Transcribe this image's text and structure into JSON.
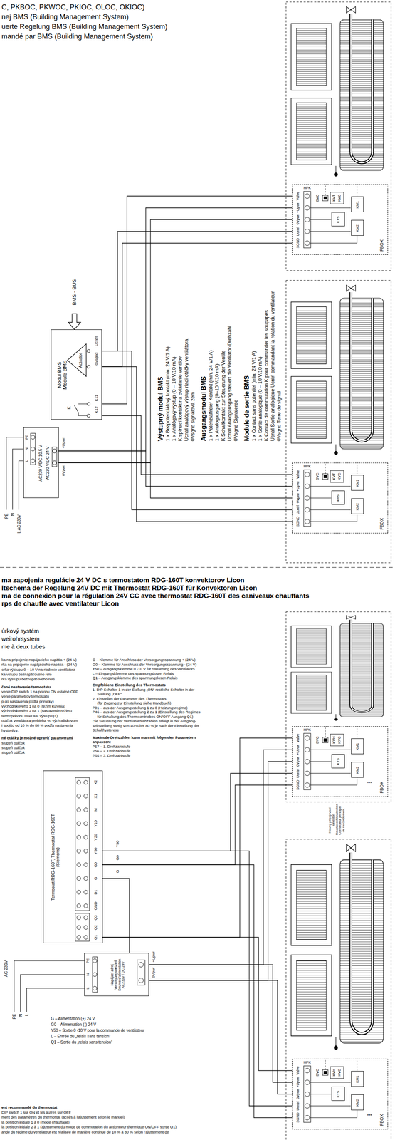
{
  "diagram": {
    "nodes": [
      {
        "text": [
          "Modul BMS Module BMS"
        ]
      },
      {
        "text": [
          "Actuator"
        ],
        "in": 0
      },
      {
        "text": [
          "AC230 V/DC 10.5 V",
          "AC230 V/DC 24 V"
        ]
      },
      {
        "text": [
          "FBOX"
        ]
      },
      {
        "text": [
          "KTS"
        ],
        "in": 3
      },
      {
        "text": [
          "KM1"
        ],
        "in": 3
      },
      {
        "text": [
          "KM2"
        ],
        "in": 3
      },
      {
        "text": [
          "FBOX"
        ]
      },
      {
        "text": [
          "KTS"
        ],
        "in": 7
      },
      {
        "text": [
          "KM1"
        ],
        "in": 7
      },
      {
        "text": [
          "KM2"
        ],
        "in": 7
      },
      {
        "text": [
          "Termostat RDG-160T, Thermostat RDG-160T (Siemens)"
        ]
      },
      {
        "text": [
          "Napájací zdroj Versorgungsnetzteil Source d'alimentation AC230V / DC 24V"
        ]
      },
      {
        "text": [
          "FBOX"
        ]
      },
      {
        "text": [
          "KTS"
        ],
        "in": 13
      },
      {
        "text": [
          "KM1"
        ],
        "in": 13
      },
      {
        "text": [
          "KM2"
        ],
        "in": 13
      },
      {
        "text": [
          "FBOX"
        ]
      },
      {
        "text": [
          "KTS"
        ],
        "in": 17
      },
      {
        "text": [
          "KM1"
        ],
        "in": 17
      },
      {
        "text": [
          "KM2"
        ],
        "in": 17
      }
    ],
    "edges": [
      {
        "from": 0,
        "to": 3,
        "arrow": "none"
      },
      {
        "from": 0,
        "to": 7,
        "arrow": "none"
      },
      {
        "from": 2,
        "to": 3,
        "arrow": "none"
      },
      {
        "from": 2,
        "to": 7,
        "arrow": "none"
      },
      {
        "from": 11,
        "to": 13,
        "arrow": "none"
      },
      {
        "from": 11,
        "to": 17,
        "arrow": "none"
      },
      {
        "from": 12,
        "to": 13,
        "arrow": "none"
      },
      {
        "from": 12,
        "to": 17,
        "arrow": "none"
      }
    ],
    "labels": [
      "C, PKBOC, PKWOC, PKIOC, OLOC, OKIOC)",
      "nej BMS (Building Management System)",
      "uerte Regelung BMS (Building Management System)",
      "mandé par BMS (Building Management System)",
      "Výstupný modul BMS",
      "1 x Bezpotenciálový kontakt (min. 24 V/1 A)",
      "1 x Analógový výstup (0 – 10 V/10 mA)",
      "K spínací kontakt na ovládanie ventilov",
      "Ucntrl analógový výstup riadi otáčky ventilátora",
      "0Vsgnd signálová zem",
      "Ausgangsmodul BMS",
      "1 x Potenzialfreier Kontakt (min. 24 V/1 A)",
      "1 x Analogausgang (0–10 V/10 mA)",
      "K Schaltkontakt zur Steuerung der Ventile",
      "Ucntrl Analogausgang steuert die Ventilator-Drehzahl",
      "0Vsgnd Signalerde",
      "Module de sortie BMS",
      "1 x Contact sans potentiel (min. 24 V/1 A)",
      "1 x Sortie analogique (0 – 10 V/10 mA)",
      "K Contact de commutation K pour commander les soupapes",
      "Ucntrl Sortie analogique Ucntrl commandant la rotation du ventilateur",
      "0Vsgnd Terre de signal",
      "BMS - BUS",
      "Ucntrl",
      "0Vsgnd",
      "K11",
      "K12",
      "K",
      "PE",
      "N",
      "L",
      "+Upwr",
      "0Vpwr",
      "PE",
      "N",
      "L AC 230V",
      "Valve",
      "+Upwr",
      "0Vpwr",
      "Ucntrl",
      "SGND",
      "HPK",
      "BVC",
      "KVT",
      "KVC",
      "Valve",
      "+Upwr",
      "0Vpwr",
      "Ucntrl",
      "SGND",
      "HPK",
      "BVC",
      "KVT",
      "KVC",
      "ma zapojenia regulácie 24 V DC s termostatom RDG-160T konvektorov Licon",
      "ltschema der Regelung 24V DC mit Thermostat RDG-160T für Konvektoren Licon",
      "ma de connexion pour la régulation 24V CC avec thermostat RDG-160T des caniveaux chauffants",
      "rps de chauffe avec ventilateur Licon",
      "úrkový systém",
      "weirohrsystem",
      "me à deux tubes",
      "ka na pripojenie napájacieho napätia + (24 V)",
      "rka na pripojenie napájacieho napätia - (24 V)",
      "orka výstupu 0 – 10 V na riadenie ventilátora",
      "ka vstupu beznapäťového relé",
      "rka výstupu beznapäťového relé",
      "čané nastavenie termostatu",
      "venie DIP switch 1 na polohu ON ostatné OFF",
      "venie parametrov termostatu",
      "p do nastavenia podľa príručky)",
      "východiskového 1 na 0 (režim kúrenia)",
      "východiskového 2 na 1 (nastavenie režimu",
      "termopohonu ON/OFF výstup Q1)",
      "otáčok ventilátora prebieha vo východiskovom",
      "i spojito od 10 % do 80 % podľa nastavenia",
      "hysterézy.",
      "né otáčky je možné upraviť parametrami",
      "stupeň otáčok",
      "stupeň otáčok",
      "stupeň otáčok",
      "G – Klemme für Anschluss der Versorgungsspannung + (24 V)",
      "G0 – Klemme für Anschluss der Versorgungsspannung - (24 V)",
      "Y50 – Ausgangsklemme 0 -10 V für Steuerung des Ventilators",
      "L – Eingangsklemme des spannungslosen Relais",
      "Q1 – Ausgangsklemme des spannungslosen Relais",
      "Empfohlene Einstellung des Thermostats",
      "1. DIP Schalter 1 in der Stellung „ON“ restliche Schalter in der",
      "Stellung „OFF“",
      "2. Einstellen der Parameter des Thermostats",
      "(für Zugang zur Einstellung siehe Handbuch)",
      "P01 – aus der Ausgangsstellung 1 zu 0 (Heizungsregime)",
      "P46 – aus der Ausgangsstellung 2 zu 1 (Einstellung des Regimes",
      "für Schaltung des Thermoantriebes ON/OFF Ausgang Q1)",
      "Die Steuerung der Ventilatordrehzahlen erfolgt in der Ausgang-",
      "seinstellung stetig von 10 % bis 80 % je nach der Einstellung der",
      "Schalthysterese",
      "Maximale Drehzahlen kann man mit folgenden Parametern",
      "anpassen:",
      "P57 – 1. Drehzahlstufe",
      "P56 – 2. Drehzahlstufe",
      "P55 – 3. Drehzahlstufe",
      "X2",
      "X1",
      "M",
      "Y10",
      "Y20",
      "Y50",
      "G0",
      "G",
      "D1",
      "GND",
      "Q3",
      "Q2",
      "Q1",
      "Y50",
      "G0",
      "G",
      "PE",
      "N",
      "L",
      "+Upwr",
      "0Vpwr",
      "AC 230V",
      "PE",
      "N",
      "L",
      "Valve",
      "+Upwr",
      "0Vpwr",
      "Ucntrl",
      "SGND",
      "HPK",
      "BVC",
      "KVH",
      "KVC",
      "***",
      "Hlavný pripojovací konektor Hauptanschlusstecker Connecteur principal de raccordement",
      "Valve",
      "+Upwr",
      "0Vpwr",
      "Ucntrl",
      "SGND",
      "HPK",
      "BVC",
      "KVH",
      "KVC",
      "***",
      "G – Alimentation (+) 24 V",
      "G0 – Alimentation (-) 24 V",
      "Y50 – Sortie 0 -10 V pour la commande de ventilateur",
      "L – Entrée du „relais sans tension“",
      "Q1 – Sortie du „relais sans tension“",
      "ent recommandé du thermostat",
      "DIP switch 1 sur ON et les autres sur OFF",
      "ment des paramètres du thermostat (accès à l'ajustement selon le manuel)",
      "la position initiale 1 à 0 (mode chauffage)",
      "la position initiale 2 à 1 (ajustement du mode de commutation du actionneur thermique ON/OFF sortie Q1)",
      "ande du régime du ventilateur est réalisée de manière continue de 10 % à 80 % selon l'ajustement de"
    ]
  }
}
